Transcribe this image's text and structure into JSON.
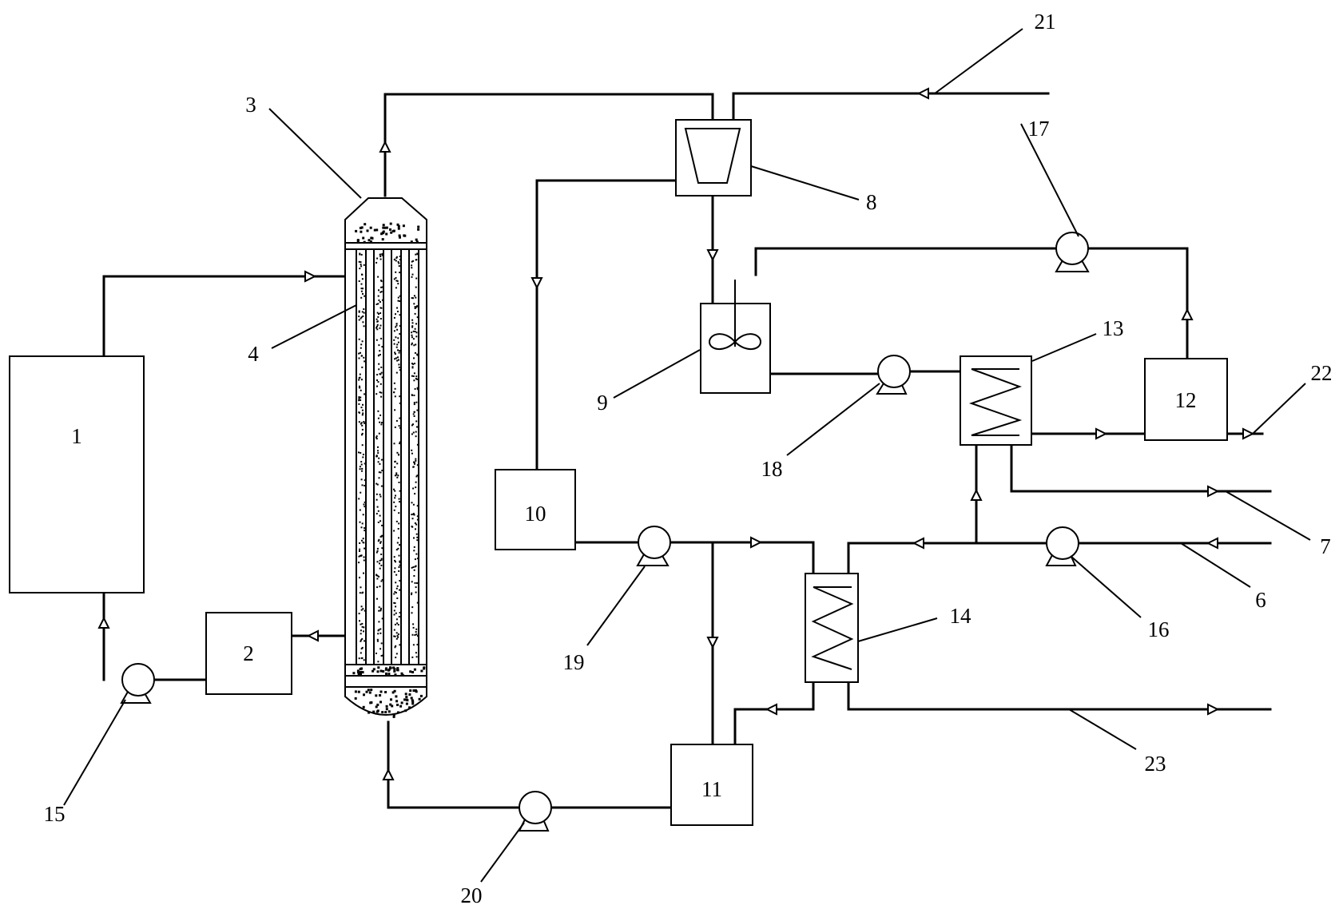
{
  "figure": {
    "labels": {
      "n1": "1",
      "n2": "2",
      "n3": "3",
      "n4": "4",
      "n6": "6",
      "n7": "7",
      "n8": "8",
      "n9": "9",
      "n10": "10",
      "n11": "11",
      "n12": "12",
      "n13": "13",
      "n14": "14",
      "n15": "15",
      "n16": "16",
      "n17": "17",
      "n18": "18",
      "n19": "19",
      "n20": "20",
      "n21": "21",
      "n22": "22",
      "n23": "23"
    }
  }
}
